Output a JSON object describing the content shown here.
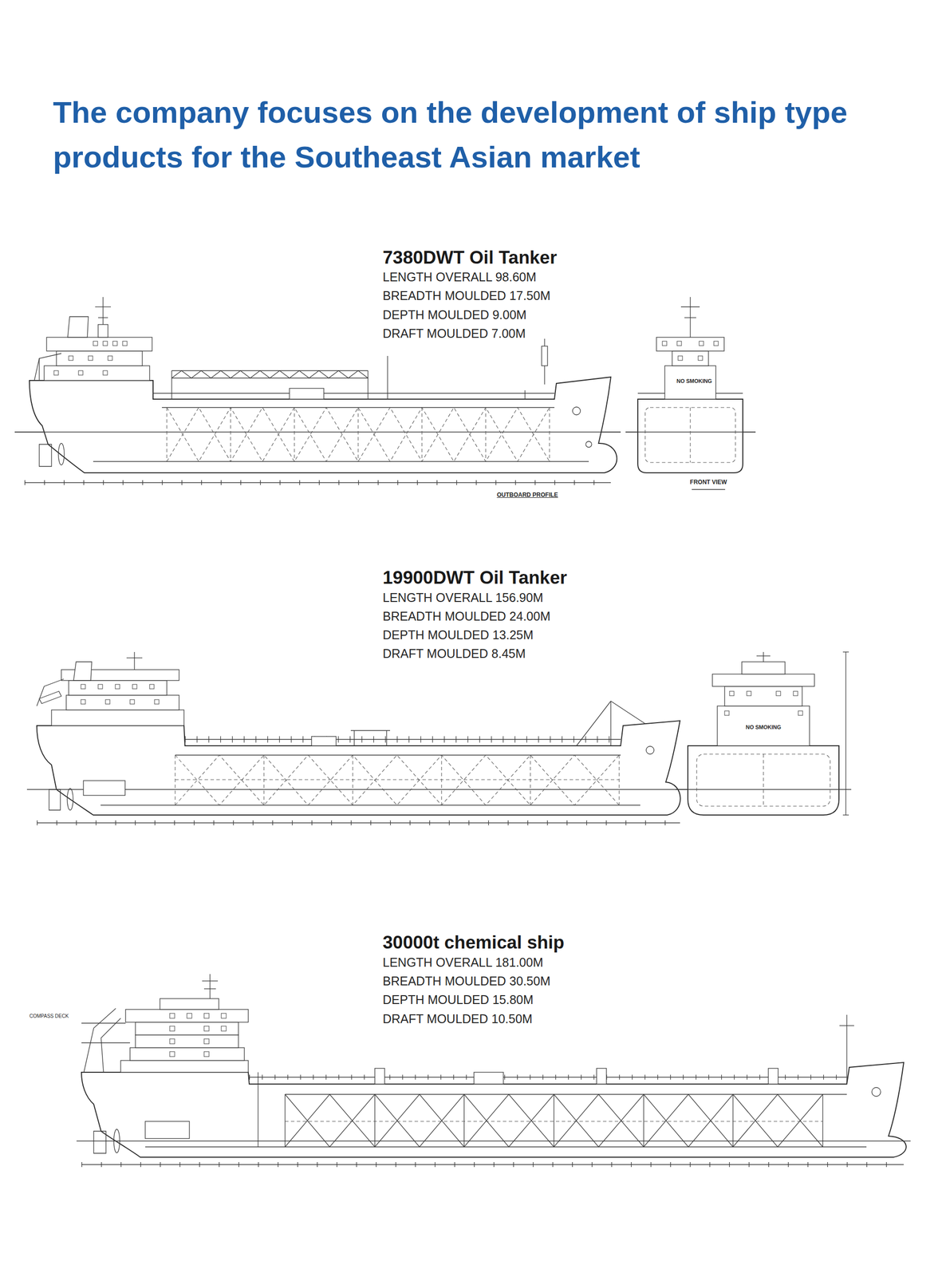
{
  "diagram": {
    "title": "The company focuses on the development of ship type products for the Southeast Asian market",
    "labels": [
      "7380DWT Oil Tanker",
      "LENGTH OVERALL 98.60M",
      "BREADTH MOULDED 17.50M",
      "DEPTH MOULDED 9.00M",
      "DRAFT MOULDED 7.00M",
      "NO SMOKING",
      "OUTBOARD PROFILE",
      "FRONT VIEW",
      "19900DWT Oil Tanker",
      "LENGTH OVERALL 156.90M",
      "BREADTH MOULDED 24.00M",
      "DEPTH MOULDED 13.25M",
      "DRAFT MOULDED 8.45M",
      "NO SMOKING",
      "30000t chemical ship",
      "LENGTH OVERALL 181.00M",
      "BREADTH MOULDED 30.50M",
      "DEPTH MOULDED 15.80M",
      "DRAFT MOULDED 10.50M",
      "COMPASS DECK"
    ]
  }
}
